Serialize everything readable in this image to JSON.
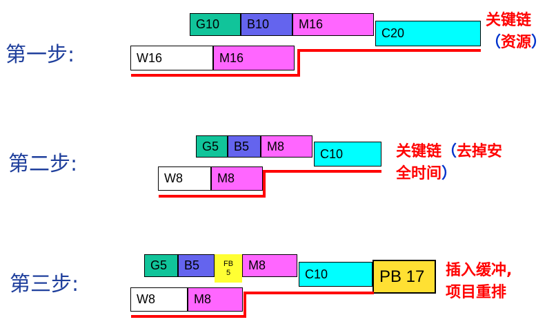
{
  "colors": {
    "step_label": "#1f3f9c",
    "G": "#11c49a",
    "B": "#6464ee",
    "M": "#ff66ff",
    "C": "#00ffff",
    "W": "#ffffff",
    "FB": "#ffff33",
    "PB": "#ffe033",
    "note_red": "#ff0000",
    "note_paren": "#0033cc",
    "critical_line": "#ff0000"
  },
  "step1": {
    "label": "第一步:",
    "top_blocks": [
      "G10",
      "B10",
      "M16"
    ],
    "feed_blocks": [
      "W16",
      "M16"
    ],
    "end_block": "C20",
    "note": {
      "line1": "关键链",
      "line2_open": "（",
      "line2_text": "资源",
      "line2_close": "）"
    }
  },
  "step2": {
    "label": "第二步:",
    "top_blocks": [
      "G5",
      "B5",
      "M8"
    ],
    "feed_blocks": [
      "W8",
      "M8"
    ],
    "end_block": "C10",
    "note": {
      "line1_a": "关键链",
      "line1_open": "（",
      "line1_b": "去掉安",
      "line2_a": "全时间",
      "line2_close": "）"
    }
  },
  "step3": {
    "label": "第三步:",
    "top_blocks": [
      "G5",
      "B5",
      "FB\n5",
      "M8"
    ],
    "fb_line1": "FB",
    "fb_line2": "5",
    "feed_blocks": [
      "W8",
      "M8"
    ],
    "end_block": "C10",
    "project_buffer": "PB 17",
    "note": {
      "line1": "插入缓冲,",
      "line2": "项目重排"
    }
  }
}
